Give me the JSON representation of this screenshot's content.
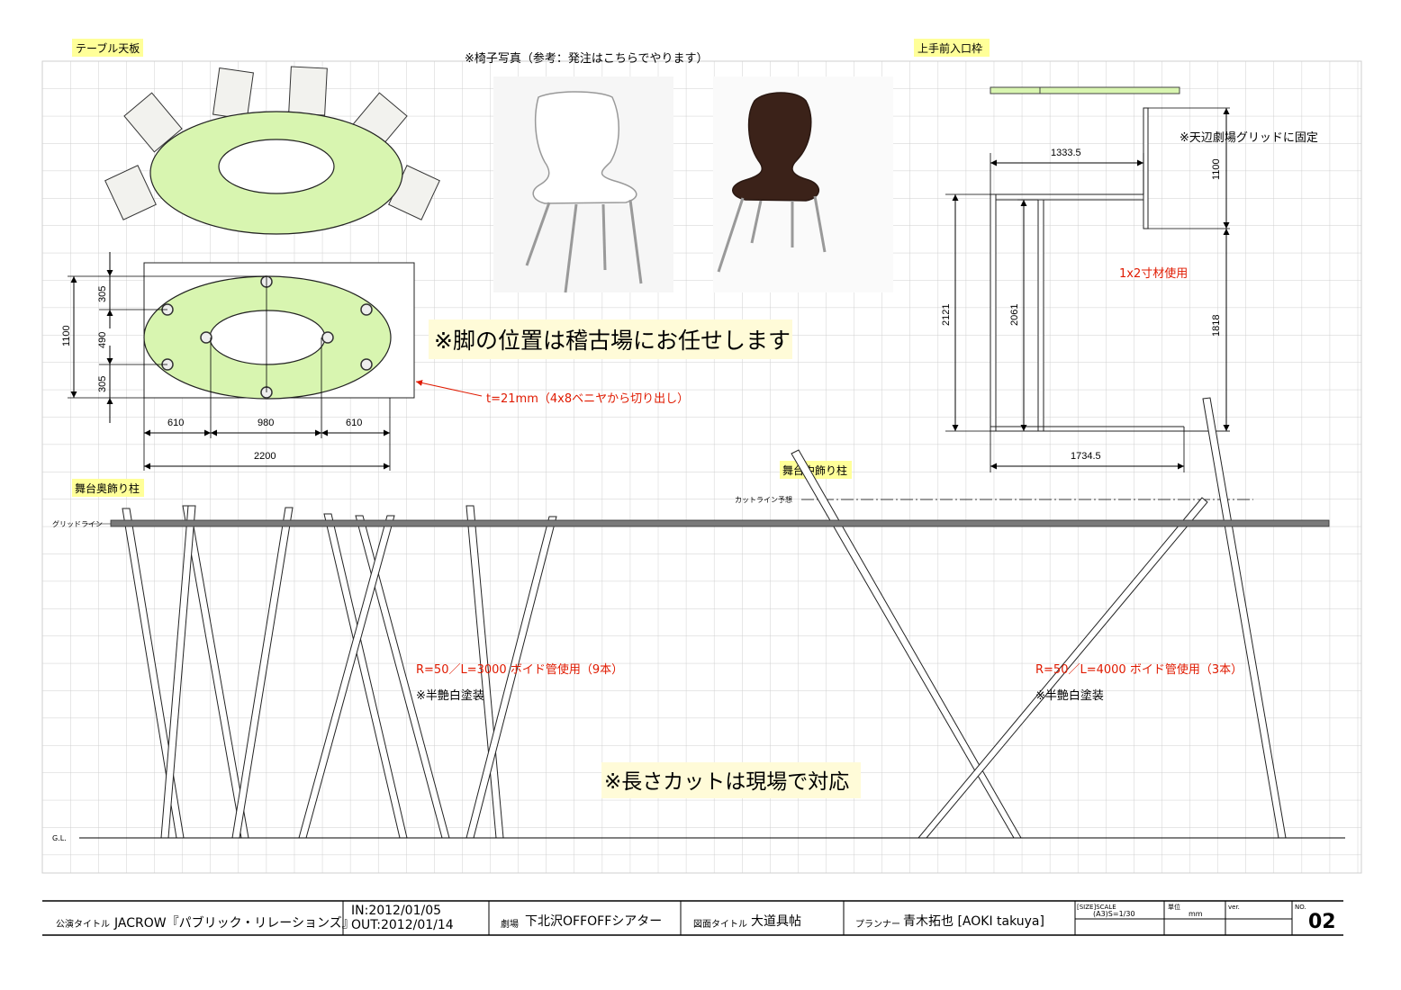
{
  "sheet_labels": {
    "table_top": "テーブル天板",
    "chair_photos": "※椅子写真（参考：発注はこちらでやります）",
    "entrance_frame": "上手前入口枠",
    "back_pillars": "舞台奥飾り柱",
    "mid_pillars": "舞台中飾り柱"
  },
  "table": {
    "dims": {
      "overall_height": "1100",
      "upper": "305",
      "middle": "490",
      "lower": "305",
      "left": "610",
      "center": "980",
      "right": "610",
      "overall_width": "2200"
    },
    "leg_note": "※脚の位置は稽古場にお任せします",
    "thickness_note": "t=21mm（4x8ベニヤから切り出し）",
    "top_color": "#d8f5b0"
  },
  "frame": {
    "note_fixed": "※天辺劇場グリッドに固定",
    "note_lumber": "1x2寸材使用",
    "dims": {
      "top_width": "1333.5",
      "top_height": "1100",
      "height_outer": "2121",
      "height_inner": "2061",
      "height_right": "1818",
      "bottom_width": "1734.5"
    }
  },
  "pillars": {
    "grid_line": "グリッドライン",
    "cut_line": "カットライン予想",
    "ground_line": "G.L.",
    "back_spec": "R=50／L=3000 ボイド管使用（9本）",
    "back_finish": "※半艶白塗装",
    "mid_spec": "R=50／L=4000 ボイド管使用（3本）",
    "mid_finish": "※半艶白塗装",
    "cut_note": "※長さカットは現場で対応"
  },
  "title_block": {
    "show_label": "公演タイトル",
    "show_title": "JACROW『パブリック・リレーションズ』",
    "in_date": "IN:2012/01/05",
    "out_date": "OUT:2012/01/14",
    "theater_label": "劇場",
    "theater": "下北沢OFFOFFシアター",
    "drawing_label": "図面タイトル",
    "drawing_title": "大道具帖",
    "planner_label": "プランナー",
    "planner": "青木拓也 [AOKI takuya]",
    "scale_label": "[SIZE]SCALE",
    "scale_value": "(A3)S=1/30",
    "unit_label": "単位",
    "unit": "mm",
    "ver_label": "ver.",
    "no_label": "NO.",
    "number": "02"
  },
  "colors": {
    "highlight": "#ffff99",
    "note_bg": "#fffbd8",
    "red_text": "#e01a00",
    "green_fill": "#d8f5b0",
    "grid": "#cccccc"
  }
}
